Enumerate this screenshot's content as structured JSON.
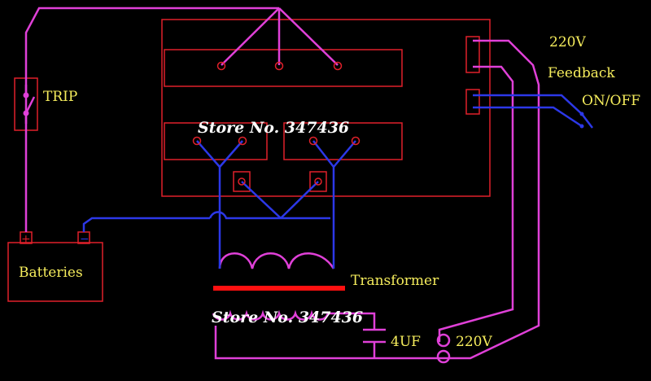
{
  "labels": {
    "trip": "TRIP",
    "v220_top": "220V",
    "feedback": "Feedback",
    "on_off": "ON/OFF",
    "batteries": "Batteries",
    "transformer": "Transformer",
    "cap": "4UF",
    "v220_bottom": "220V",
    "plus": "+",
    "minus": "−"
  },
  "watermark": {
    "top": "Store No. 347436",
    "bottom": "Store No. 347436"
  },
  "colors": {
    "background": "#000000",
    "board": "#e0202a",
    "phase_wire": "#e040d8",
    "low_wire": "#2c38e8",
    "label": "#f5ec5c",
    "core": "#ff1010"
  }
}
